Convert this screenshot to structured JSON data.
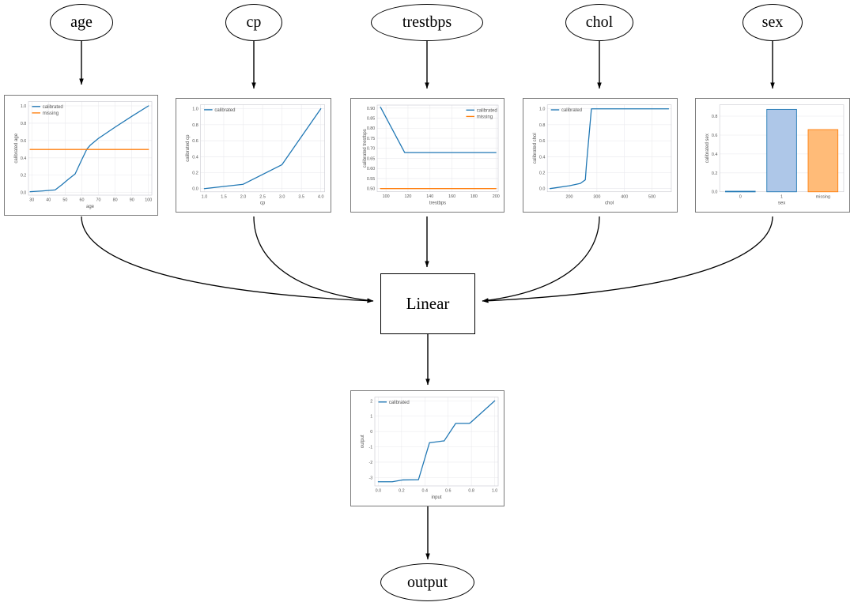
{
  "graph": {
    "input_nodes": [
      {
        "id": "age",
        "label": "age"
      },
      {
        "id": "cp",
        "label": "cp"
      },
      {
        "id": "trestbps",
        "label": "trestbps"
      },
      {
        "id": "chol",
        "label": "chol"
      },
      {
        "id": "sex",
        "label": "sex"
      }
    ],
    "linear_node": {
      "id": "linear",
      "label": "Linear"
    },
    "output_node": {
      "id": "output",
      "label": "output"
    }
  },
  "colors": {
    "calibrated": "#1f77b4",
    "missing": "#ff7f0e",
    "bar_blue_fill": "#aec7e8",
    "bar_orange_fill": "#ffbb78",
    "grid": "#e8e8ec",
    "panel_border": "#7a7a7a"
  },
  "legend_labels": {
    "calibrated": "calibrated",
    "missing": "missing"
  },
  "chart_data": [
    {
      "id": "age",
      "type": "line",
      "title": "",
      "xlabel": "age",
      "ylabel": "calibrated age",
      "xlim": [
        28,
        102
      ],
      "ylim": [
        -0.03,
        1.05
      ],
      "xticks": [
        30,
        40,
        50,
        60,
        70,
        80,
        90,
        100
      ],
      "yticks": [
        0.0,
        0.2,
        0.4,
        0.6,
        0.8,
        1.0
      ],
      "xtick_labels": [
        "30",
        "40",
        "50",
        "60",
        "70",
        "80",
        "90",
        "100"
      ],
      "ytick_labels": [
        "0.0",
        "0.2",
        "0.4",
        "0.6",
        "0.8",
        "1.0"
      ],
      "grid": true,
      "legend": [
        "calibrated",
        "missing"
      ],
      "legend_position": "upper left",
      "series": [
        {
          "name": "calibrated",
          "color": "#1f77b4",
          "x": [
            29,
            36,
            44,
            48,
            52,
            56,
            60,
            63,
            65,
            70,
            80,
            90,
            100
          ],
          "y": [
            0.01,
            0.018,
            0.03,
            0.09,
            0.155,
            0.215,
            0.38,
            0.5,
            0.545,
            0.625,
            0.755,
            0.88,
            1.0
          ]
        },
        {
          "name": "missing",
          "color": "#ff7f0e",
          "x": [
            29,
            100
          ],
          "y": [
            0.497,
            0.497
          ]
        }
      ]
    },
    {
      "id": "cp",
      "type": "line",
      "title": "",
      "xlabel": "cp",
      "ylabel": "calibrated cp",
      "xlim": [
        0.9,
        4.1
      ],
      "ylim": [
        -0.04,
        1.05
      ],
      "xticks": [
        1.0,
        1.5,
        2.0,
        2.5,
        3.0,
        3.5,
        4.0
      ],
      "yticks": [
        0.0,
        0.2,
        0.4,
        0.6,
        0.8,
        1.0
      ],
      "xtick_labels": [
        "1.0",
        "1.5",
        "2.0",
        "2.5",
        "3.0",
        "3.5",
        "4.0"
      ],
      "ytick_labels": [
        "0.0",
        "0.2",
        "0.4",
        "0.6",
        "0.8",
        "1.0"
      ],
      "grid": true,
      "legend": [
        "calibrated"
      ],
      "legend_position": "upper left",
      "series": [
        {
          "name": "calibrated",
          "color": "#1f77b4",
          "x": [
            1.0,
            2.0,
            3.0,
            4.0
          ],
          "y": [
            0.0,
            0.055,
            0.3,
            1.0
          ]
        }
      ]
    },
    {
      "id": "trestbps",
      "type": "line",
      "title": "",
      "xlabel": "trestbps",
      "ylabel": "calibrated trestbps",
      "xlim": [
        92,
        202
      ],
      "ylim": [
        0.485,
        0.915
      ],
      "xticks": [
        100,
        120,
        140,
        160,
        180,
        200
      ],
      "yticks": [
        0.5,
        0.55,
        0.6,
        0.65,
        0.7,
        0.75,
        0.8,
        0.85,
        0.9
      ],
      "xtick_labels": [
        "100",
        "120",
        "140",
        "160",
        "180",
        "200"
      ],
      "ytick_labels": [
        "0.50",
        "0.55",
        "0.60",
        "0.65",
        "0.70",
        "0.75",
        "0.80",
        "0.85",
        "0.90"
      ],
      "grid": true,
      "legend": [
        "calibrated",
        "missing"
      ],
      "legend_position": "upper right",
      "series": [
        {
          "name": "calibrated",
          "color": "#1f77b4",
          "x": [
            95,
            117,
            200
          ],
          "y": [
            0.905,
            0.679,
            0.679
          ]
        },
        {
          "name": "missing",
          "color": "#ff7f0e",
          "x": [
            95,
            200
          ],
          "y": [
            0.5,
            0.5
          ]
        }
      ]
    },
    {
      "id": "chol",
      "type": "line",
      "title": "",
      "xlabel": "chol",
      "ylabel": "calibrated chol",
      "xlim": [
        120,
        570
      ],
      "ylim": [
        -0.04,
        1.05
      ],
      "xticks": [
        200,
        300,
        400,
        500
      ],
      "yticks": [
        0.0,
        0.2,
        0.4,
        0.6,
        0.8,
        1.0
      ],
      "xtick_labels": [
        "200",
        "300",
        "400",
        "500"
      ],
      "ytick_labels": [
        "0.0",
        "0.2",
        "0.4",
        "0.6",
        "0.8",
        "1.0"
      ],
      "grid": true,
      "legend": [
        "calibrated"
      ],
      "legend_position": "upper left",
      "series": [
        {
          "name": "calibrated",
          "color": "#1f77b4",
          "x": [
            130,
            200,
            240,
            258,
            262,
            280,
            300,
            400,
            500,
            560
          ],
          "y": [
            0.0,
            0.035,
            0.065,
            0.11,
            0.3,
            1.0,
            1.0,
            1.0,
            1.0,
            1.0
          ]
        }
      ]
    },
    {
      "id": "sex",
      "type": "bar",
      "title": "",
      "xlabel": "sex",
      "ylabel": "calibrated sex",
      "categories": [
        "0",
        "1",
        "missing"
      ],
      "values": [
        0.006,
        0.872,
        0.658
      ],
      "bar_colors": [
        "#aec7e8",
        "#aec7e8",
        "#ffbb78"
      ],
      "ylim": [
        0.0,
        0.92
      ],
      "yticks": [
        0.0,
        0.2,
        0.4,
        0.6,
        0.8
      ],
      "ytick_labels": [
        "0.0",
        "0.2",
        "0.4",
        "0.6",
        "0.8"
      ],
      "xtick_labels": [
        "0",
        "1",
        "missing"
      ],
      "grid": true,
      "legend": []
    },
    {
      "id": "output",
      "type": "line",
      "title": "",
      "xlabel": "input",
      "ylabel": "output",
      "xlim": [
        -0.03,
        1.03
      ],
      "ylim": [
        -3.55,
        2.25
      ],
      "xticks": [
        0.0,
        0.2,
        0.4,
        0.6,
        0.8,
        1.0
      ],
      "yticks": [
        -3,
        -2,
        -1,
        0,
        1,
        2
      ],
      "xtick_labels": [
        "0.0",
        "0.2",
        "0.4",
        "0.6",
        "0.8",
        "1.0"
      ],
      "ytick_labels": [
        "-3",
        "-2",
        "-1",
        "0",
        "1",
        "2"
      ],
      "grid": true,
      "legend": [
        "calibrated"
      ],
      "legend_position": "upper left",
      "series": [
        {
          "name": "calibrated",
          "color": "#1f77b4",
          "x": [
            0.0,
            0.12,
            0.21,
            0.33,
            0.345,
            0.44,
            0.45,
            0.555,
            0.565,
            0.665,
            0.675,
            0.78,
            0.79,
            1.0
          ],
          "y": [
            -3.28,
            -3.28,
            -3.16,
            -3.15,
            -3.15,
            -0.73,
            -0.73,
            -0.62,
            -0.62,
            0.53,
            0.53,
            0.53,
            0.56,
            2.0
          ]
        }
      ]
    }
  ]
}
